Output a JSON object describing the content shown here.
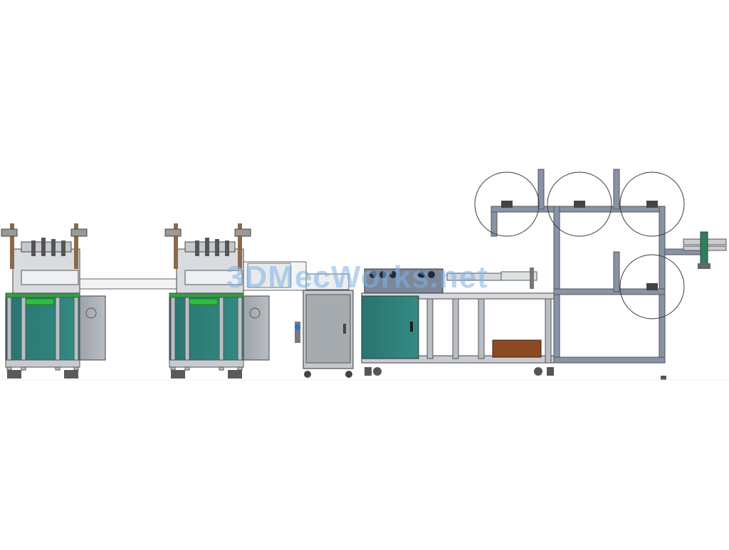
{
  "watermark": {
    "text": "3DMecWorks.net",
    "color": "#7fb3e6"
  },
  "colors": {
    "panel_teal": "#2f7f78",
    "frame_gray": "#a9b1b8",
    "frame_blue_gray": "#8893a6",
    "cabinet_gray": "#a8a8a8",
    "accent_green": "#2fbf3f",
    "belt_green": "#3c9a4a",
    "box_brown": "#8a4a24",
    "roll_outline": "#3a3a3a"
  },
  "components": [
    "welding-station-left",
    "welding-station-right",
    "conveyor-bridge",
    "control-cabinet",
    "roller-forming-unit",
    "main-worktable",
    "fabric-roll-rack",
    "ear-loop-feeder"
  ]
}
